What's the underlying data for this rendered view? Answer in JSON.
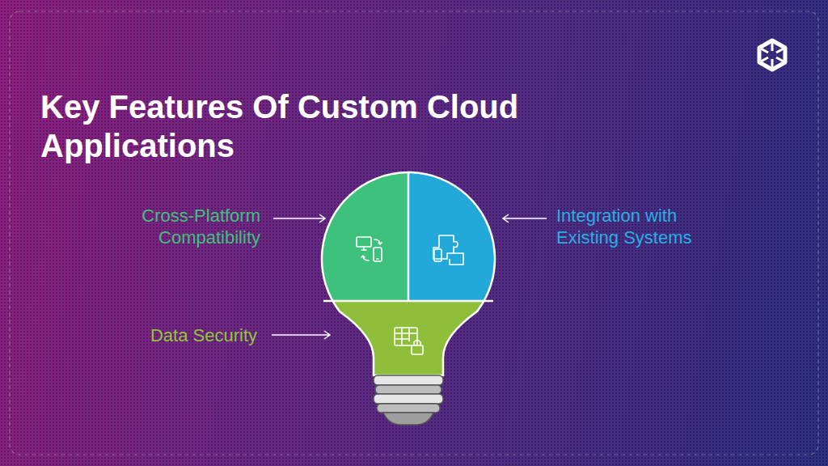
{
  "diagram": {
    "title": "Key Features Of Custom Cloud Applications",
    "labels": [
      "Cross-Platform Compatibility",
      "Integration with Existing Systems",
      "Data Security"
    ]
  }
}
